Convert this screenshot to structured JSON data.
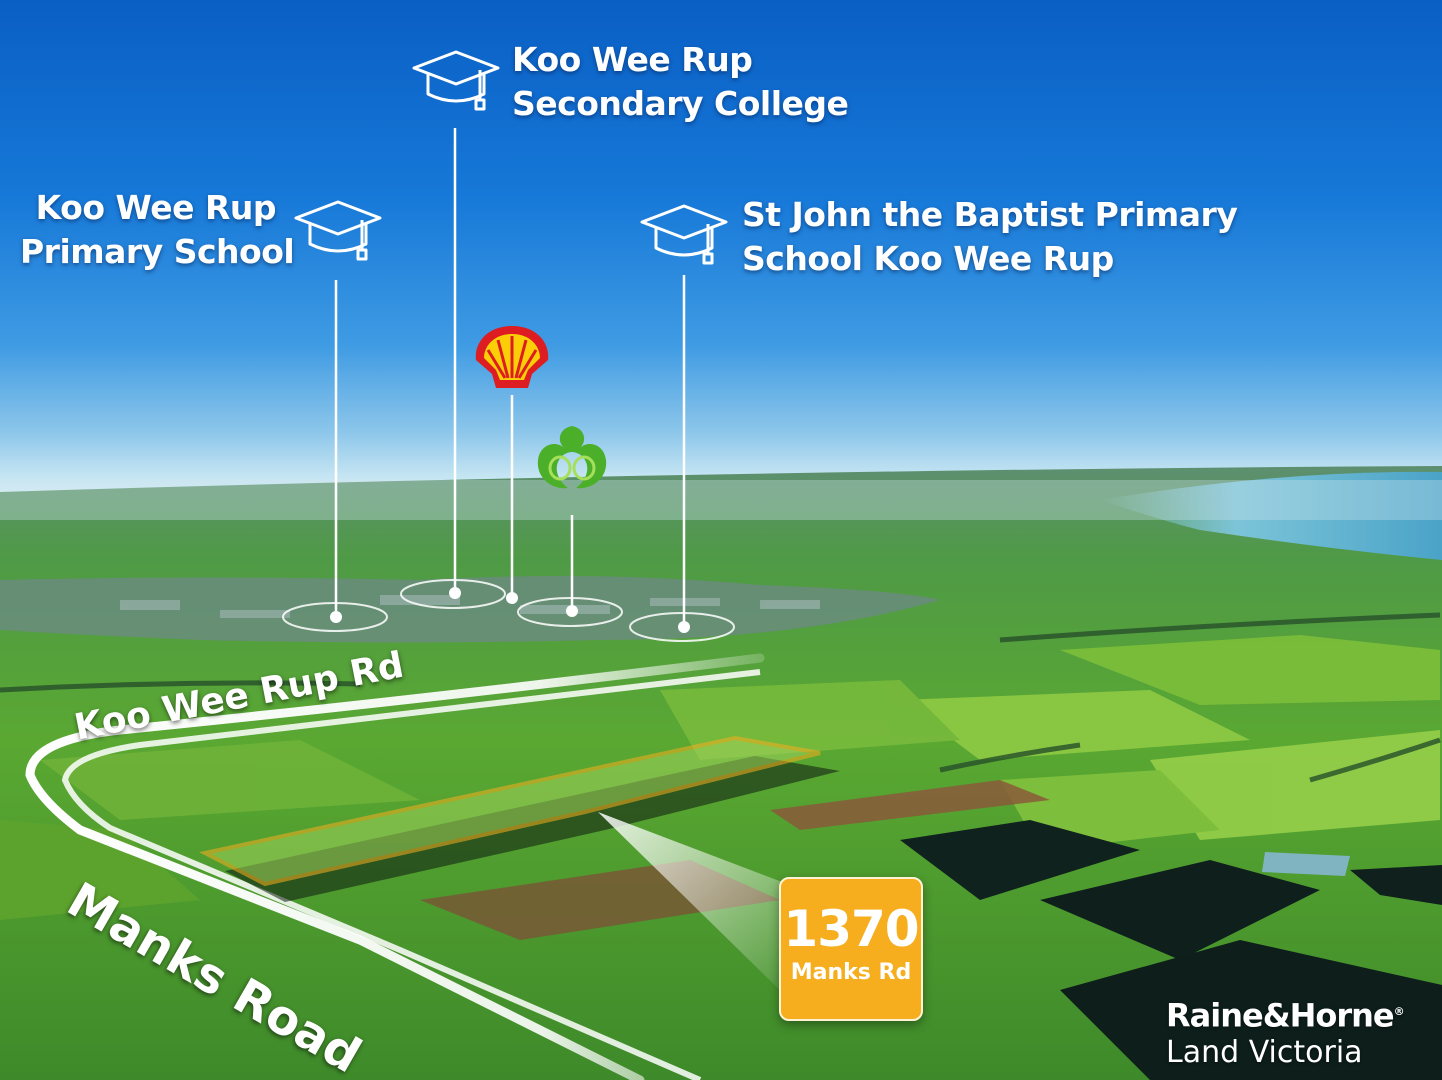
{
  "schools": [
    {
      "id": "primary",
      "name_line1": "Koo Wee Rup",
      "name_line2": "Primary School"
    },
    {
      "id": "secondary",
      "name_line1": "Koo Wee Rup",
      "name_line2": "Secondary College"
    },
    {
      "id": "stjohn",
      "name_line1": "St John the Baptist Primary",
      "name_line2": "School Koo Wee Rup"
    }
  ],
  "amenity_icons": [
    "graduation-cap-icon",
    "shell-fuel-logo",
    "woolworths-logo"
  ],
  "roads": {
    "main_road": "Koo Wee Rup Rd",
    "side_road": "Manks Road"
  },
  "lot": {
    "number": "1370",
    "street": "Manks Rd"
  },
  "brand": {
    "name": "Raine&Horne",
    "registered_mark": "®",
    "region": "Land Victoria"
  },
  "colors": {
    "lot_outline": "#f6ae1e",
    "badge_bg": "#f6ae1e",
    "label_text": "#ffffff",
    "shell_red": "#dd1d21",
    "shell_yellow": "#fbce07",
    "woolworths_green": "#4caf2a"
  }
}
